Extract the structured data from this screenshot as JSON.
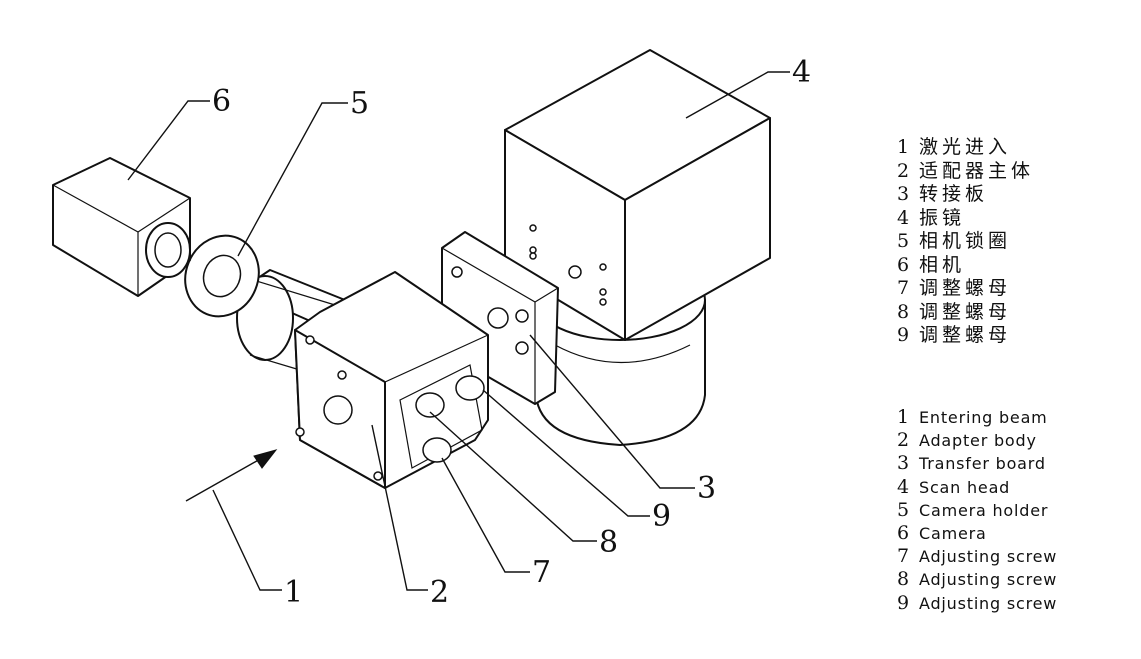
{
  "callouts": [
    "1",
    "2",
    "3",
    "4",
    "5",
    "6",
    "7",
    "8",
    "9"
  ],
  "legend_cn": [
    {
      "num": "1",
      "text": "激光进入"
    },
    {
      "num": "2",
      "text": "适配器主体"
    },
    {
      "num": "3",
      "text": "转接板"
    },
    {
      "num": "4",
      "text": "振镜"
    },
    {
      "num": "5",
      "text": "相机锁圈"
    },
    {
      "num": "6",
      "text": "相机"
    },
    {
      "num": "7",
      "text": "调整螺母"
    },
    {
      "num": "8",
      "text": "调整螺母"
    },
    {
      "num": "9",
      "text": "调整螺母"
    }
  ],
  "legend_en": [
    {
      "num": "1",
      "text": "Entering beam"
    },
    {
      "num": "2",
      "text": "Adapter body"
    },
    {
      "num": "3",
      "text": "Transfer board"
    },
    {
      "num": "4",
      "text": "Scan head"
    },
    {
      "num": "5",
      "text": "Camera holder"
    },
    {
      "num": "6",
      "text": "Camera"
    },
    {
      "num": "7",
      "text": "Adjusting screw"
    },
    {
      "num": "8",
      "text": "Adjusting screw"
    },
    {
      "num": "9",
      "text": "Adjusting screw"
    }
  ]
}
